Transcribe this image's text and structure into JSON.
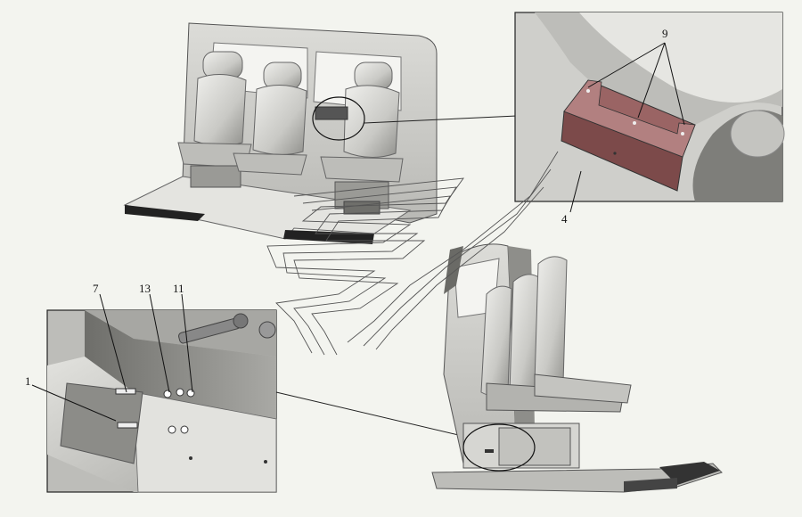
{
  "callouts": {
    "n1": "1",
    "n4": "4",
    "n7": "7",
    "n9": "9",
    "n11": "11",
    "n13": "13"
  },
  "colors": {
    "background": "#f3f4ef",
    "bracket": "#7c4a4a",
    "outline": "#222222",
    "panel_bg": "#c8c8c4"
  }
}
